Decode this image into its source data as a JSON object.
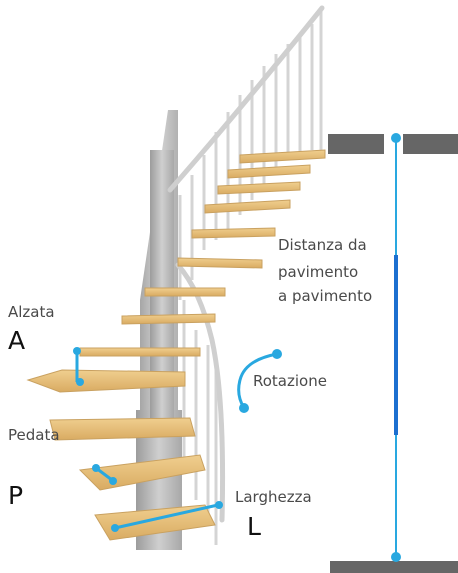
{
  "labels": {
    "alzata": {
      "name": "Alzata",
      "letter": "A"
    },
    "pedata": {
      "name": "Pedata",
      "letter": "P"
    },
    "larghezza": {
      "name": "Larghezza",
      "letter": "L"
    },
    "rotazione": "Rotazione",
    "distanza": [
      "Distanza da",
      "pavimento",
      "a pavimento"
    ]
  },
  "colors": {
    "accent": "#29a8e0",
    "accent_dark": "#1c6fd0",
    "slab": "#666666",
    "wood": "#e8c27d",
    "wood_edge": "#c9a160",
    "rail": "#d9d9d9",
    "spine": "#b8b8b8"
  }
}
